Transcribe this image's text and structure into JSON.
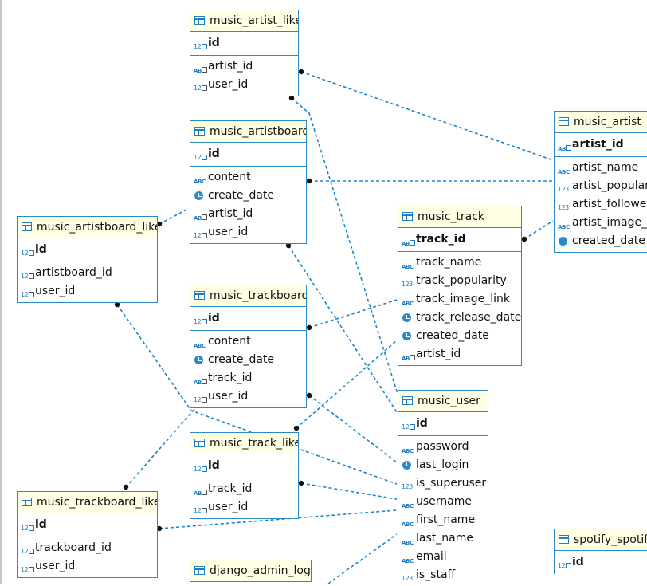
{
  "colors": {
    "connector": "#1a87c9",
    "border": "#2a8ac7",
    "header_bg": "#ffffe3"
  },
  "entities": {
    "music_artist_like": {
      "title": "music_artist_like",
      "pk": [
        {
          "name": "id",
          "type": "num"
        }
      ],
      "columns": [
        {
          "name": "artist_id",
          "type": "abc",
          "fk": true
        },
        {
          "name": "user_id",
          "type": "num",
          "fk": true
        }
      ]
    },
    "music_artistboard": {
      "title": "music_artistboard",
      "pk": [
        {
          "name": "id",
          "type": "num"
        }
      ],
      "columns": [
        {
          "name": "content",
          "type": "abc"
        },
        {
          "name": "create_date",
          "type": "clock"
        },
        {
          "name": "artist_id",
          "type": "abc",
          "fk": true
        },
        {
          "name": "user_id",
          "type": "num",
          "fk": true
        }
      ]
    },
    "music_artist": {
      "title": "music_artist",
      "pk": [
        {
          "name": "artist_id",
          "type": "abc"
        }
      ],
      "columns": [
        {
          "name": "artist_name",
          "type": "abc"
        },
        {
          "name": "artist_popularity",
          "type": "num"
        },
        {
          "name": "artist_followers",
          "type": "num"
        },
        {
          "name": "artist_image_link",
          "type": "abc"
        },
        {
          "name": "created_date",
          "type": "clock"
        }
      ]
    },
    "music_artistboard_like": {
      "title": "music_artistboard_like",
      "pk": [
        {
          "name": "id",
          "type": "num"
        }
      ],
      "columns": [
        {
          "name": "artistboard_id",
          "type": "num",
          "fk": true
        },
        {
          "name": "user_id",
          "type": "num",
          "fk": true
        }
      ]
    },
    "music_track": {
      "title": "music_track",
      "pk": [
        {
          "name": "track_id",
          "type": "abc"
        }
      ],
      "columns": [
        {
          "name": "track_name",
          "type": "abc"
        },
        {
          "name": "track_popularity",
          "type": "num"
        },
        {
          "name": "track_image_link",
          "type": "abc"
        },
        {
          "name": "track_release_date",
          "type": "clock"
        },
        {
          "name": "created_date",
          "type": "clock"
        },
        {
          "name": "artist_id",
          "type": "abc",
          "fk": true
        }
      ]
    },
    "music_trackboard": {
      "title": "music_trackboard",
      "pk": [
        {
          "name": "id",
          "type": "num"
        }
      ],
      "columns": [
        {
          "name": "content",
          "type": "abc"
        },
        {
          "name": "create_date",
          "type": "clock"
        },
        {
          "name": "track_id",
          "type": "abc",
          "fk": true
        },
        {
          "name": "user_id",
          "type": "num",
          "fk": true
        }
      ]
    },
    "music_user": {
      "title": "music_user",
      "pk": [
        {
          "name": "id",
          "type": "num"
        }
      ],
      "columns": [
        {
          "name": "password",
          "type": "abc"
        },
        {
          "name": "last_login",
          "type": "clock"
        },
        {
          "name": "is_superuser",
          "type": "num"
        },
        {
          "name": "username",
          "type": "abc"
        },
        {
          "name": "first_name",
          "type": "abc"
        },
        {
          "name": "last_name",
          "type": "abc"
        },
        {
          "name": "email",
          "type": "abc"
        },
        {
          "name": "is_staff",
          "type": "num"
        }
      ]
    },
    "music_track_like": {
      "title": "music_track_like",
      "pk": [
        {
          "name": "id",
          "type": "num"
        }
      ],
      "columns": [
        {
          "name": "track_id",
          "type": "abc",
          "fk": true
        },
        {
          "name": "user_id",
          "type": "num",
          "fk": true
        }
      ]
    },
    "music_trackboard_like": {
      "title": "music_trackboard_like",
      "pk": [
        {
          "name": "id",
          "type": "num"
        }
      ],
      "columns": [
        {
          "name": "trackboard_id",
          "type": "num",
          "fk": true
        },
        {
          "name": "user_id",
          "type": "num",
          "fk": true
        }
      ]
    },
    "django_admin_log": {
      "title": "django_admin_log",
      "pk": [],
      "columns": []
    },
    "spotify_spotify": {
      "title": "spotify_spotify",
      "pk": [
        {
          "name": "id",
          "type": "num"
        }
      ],
      "columns": []
    }
  }
}
